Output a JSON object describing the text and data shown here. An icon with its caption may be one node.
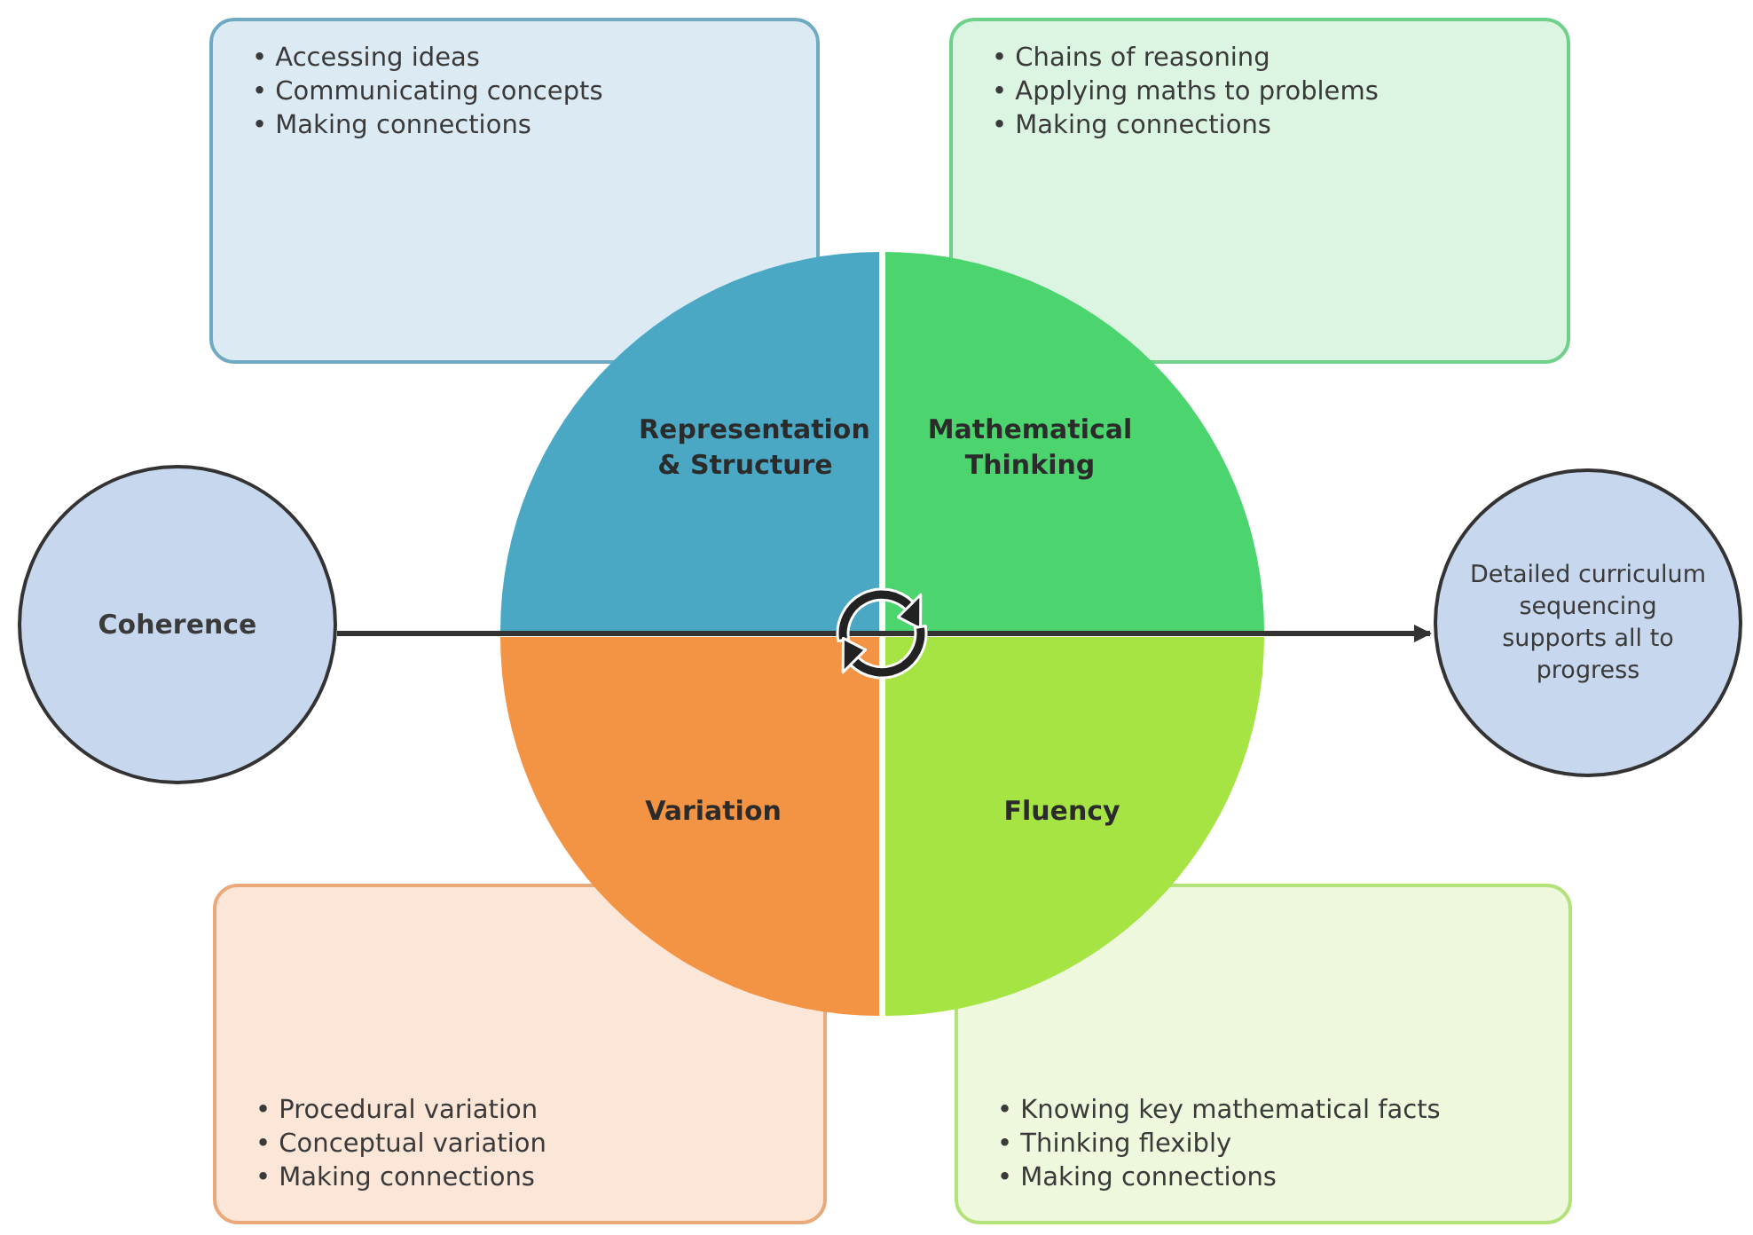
{
  "diagram": {
    "nodes": [
      {
        "text": [
          "• Accessing ideas",
          "• Communicating concepts",
          "• Making connections"
        ]
      },
      {
        "text": [
          "• Chains of reasoning",
          "• Applying maths to problems",
          "• Making connections"
        ]
      },
      {
        "text": [
          "• Procedural variation",
          "• Conceptual variation",
          "• Making connections"
        ]
      },
      {
        "text": [
          "• Knowing key mathematical facts",
          "• Thinking flexibly",
          "• Making connections"
        ]
      },
      {
        "text": [
          "Representation & Structure"
        ]
      },
      {
        "text": [
          "Mathematical Thinking"
        ]
      },
      {
        "text": [
          "Variation"
        ]
      },
      {
        "text": [
          "Fluency"
        ]
      },
      {
        "text": [
          "Coherence"
        ]
      },
      {
        "text": [
          "Detailed curriculum sequencing supports all to progress"
        ]
      }
    ],
    "edges": [
      {
        "from": 8,
        "to": 9,
        "arrow": "to"
      }
    ]
  }
}
